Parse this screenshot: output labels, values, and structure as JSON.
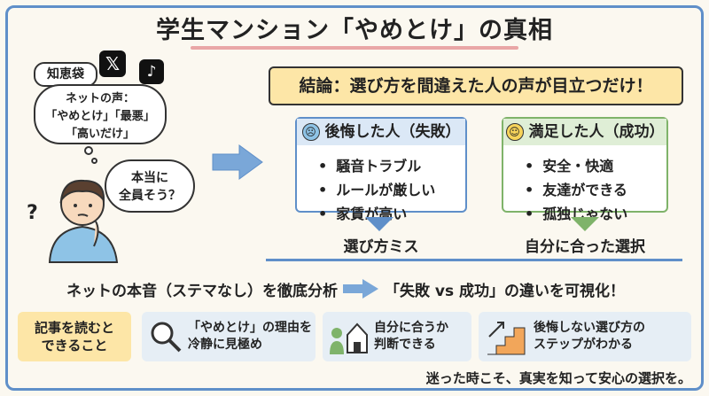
{
  "header": {
    "title": "学生マンション「やめとけ」の真相"
  },
  "left_panel": {
    "badge": "知恵袋",
    "social_icons": [
      "x-logo-icon",
      "tiktok-logo-icon"
    ],
    "thought_bubble": {
      "line1": "ネットの声：",
      "line2": "「やめとけ」「最悪」",
      "line3": "「高いだけ」"
    },
    "question_bubble": {
      "line1": "本当に",
      "line2": "全員そう？"
    },
    "question_mark": "?"
  },
  "conclusion": {
    "text": "結論：選び方を間違えた人の声が目立つだけ！"
  },
  "fail_card": {
    "title": "後悔した人（失敗）",
    "face_icon": "sad-face-icon",
    "items": [
      "騒音トラブル",
      "ルールが厳しい",
      "家賃が高い"
    ],
    "result": "選び方ミス",
    "accent": "#5f8fc9"
  },
  "success_card": {
    "title": "満足した人（成功）",
    "face_icon": "smile-face-icon",
    "items": [
      "安全・快適",
      "友達ができる",
      "孤独じゃない"
    ],
    "result": "自分に合った選択",
    "accent": "#7fb36a"
  },
  "analysis": {
    "left": "ネットの本音（ステマなし）を徹底分析",
    "right": "「失敗 vs 成功」の違いを可視化！"
  },
  "benefits": {
    "label_line1": "記事を読むと",
    "label_line2": "できること",
    "items": [
      {
        "icon": "magnifier-icon",
        "line1": "「やめとけ」の理由を",
        "line2": "冷静に見極め"
      },
      {
        "icon": "person-house-icon",
        "line1": "自分に合うか",
        "line2": "判断できる"
      },
      {
        "icon": "stairs-icon",
        "line1": "後悔しない選び方の",
        "line2": "ステップがわかる"
      }
    ]
  },
  "footer": {
    "tagline": "迷った時こそ、真実を知って安心の選択を。"
  }
}
